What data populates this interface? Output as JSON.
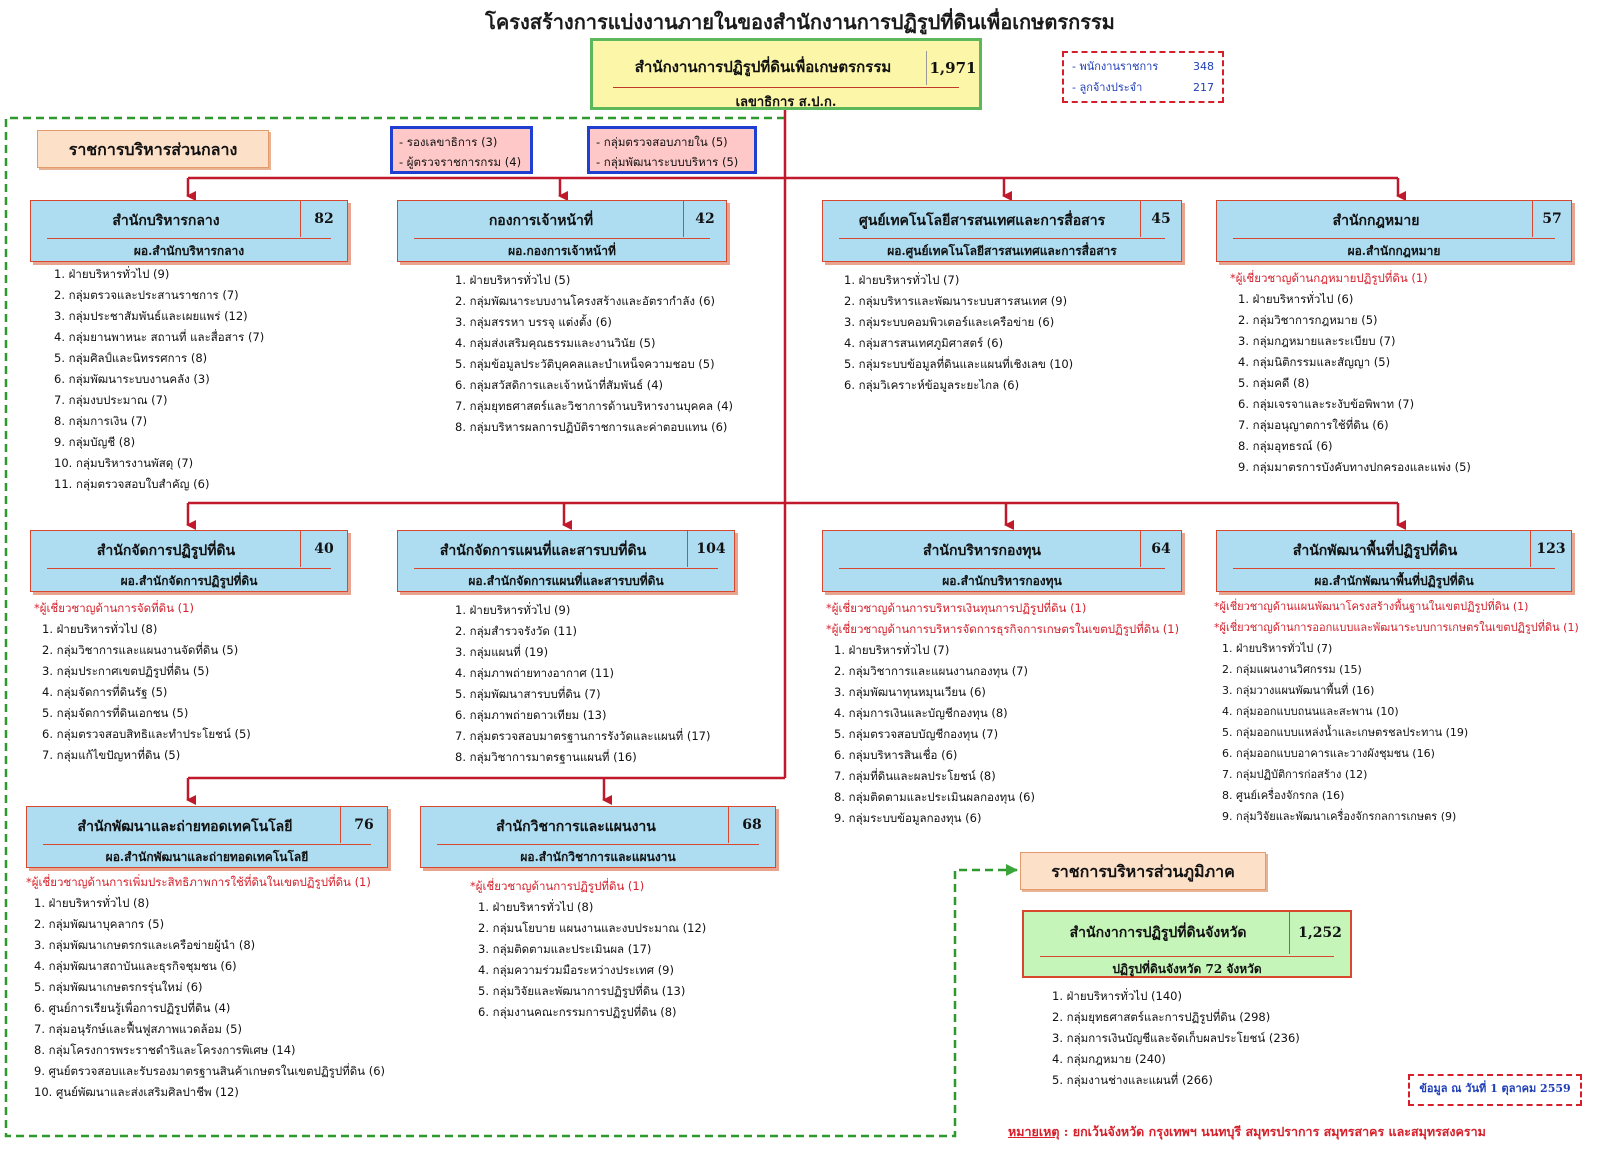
{
  "title": "โครงสร้างการแบ่งงานภายในของสำนักงานการปฏิรูปที่ดินเพื่อเกษตรกรรม",
  "top": {
    "name": "สำนักงานการปฏิรูปที่ดินเพื่อเกษตรกรรม",
    "count": "1,971",
    "sub": "เลขาธิการ ส.ป.ก."
  },
  "staff": [
    {
      "label": "- พนักงานราชการ",
      "value": "348"
    },
    {
      "label": "- ลูกจ้างประจำ",
      "value": "217"
    }
  ],
  "central_label": "ราชการบริหารส่วนกลาง",
  "regional_label": "ราชการบริหารส่วนภูมิภาค",
  "deputies": [
    "- รองเลขาธิการ (3)",
    "- ผู้ตรวจราชการกรม (4)"
  ],
  "direct_groups": [
    "- กลุ่มตรวจสอบภายใน (5)",
    "- กลุ่มพัฒนาระบบบริหาร (5)"
  ],
  "units": [
    {
      "name": "สำนักบริหารกลาง",
      "count": "82",
      "sub": "ผอ.สำนักบริหารกลาง",
      "experts": [],
      "items": [
        "1. ฝ่ายบริหารทั่วไป (9)",
        "2. กลุ่มตรวจและประสานราชการ (7)",
        "3. กลุ่มประชาสัมพันธ์และเผยแพร่ (12)",
        "4. กลุ่มยานพาหนะ สถานที่ และสื่อสาร (7)",
        "5. กลุ่มศิลป์และนิทรรศการ (8)",
        "6. กลุ่มพัฒนาระบบงานคลัง (3)",
        "7. กลุ่มงบประมาณ (7)",
        "8. กลุ่มการเงิน (7)",
        "9. กลุ่มบัญชี (8)",
        "10. กลุ่มบริหารงานพัสดุ (7)",
        "11. กลุ่มตรวจสอบใบสำคัญ (6)"
      ]
    },
    {
      "name": "กองการเจ้าหน้าที่",
      "count": "42",
      "sub": "ผอ.กองการเจ้าหน้าที่",
      "experts": [],
      "items": [
        "1. ฝ่ายบริหารทั่วไป (5)",
        "2. กลุ่มพัฒนาระบบงานโครงสร้างและอัตรากำลัง (6)",
        "3. กลุ่มสรรหา บรรจุ แต่งตั้ง (6)",
        "4. กลุ่มส่งเสริมคุณธรรมและงานวินัย (5)",
        "5. กลุ่มข้อมูลประวัติบุคคลและบำเหน็จความชอบ (5)",
        "6. กลุ่มสวัสดิการและเจ้าหน้าที่สัมพันธ์ (4)",
        "7. กลุ่มยุทธศาสตร์และวิชาการด้านบริหารงานบุคคล (4)",
        "8. กลุ่มบริหารผลการปฏิบัติราชการและค่าตอบแทน (6)"
      ]
    },
    {
      "name": "ศูนย์เทคโนโลยีสารสนเทศและการสื่อสาร",
      "count": "45",
      "sub": "ผอ.ศูนย์เทคโนโลยีสารสนเทศและการสื่อสาร",
      "experts": [],
      "items": [
        "1. ฝ่ายบริหารทั่วไป (7)",
        "2. กลุ่มบริหารและพัฒนาระบบสารสนเทศ (9)",
        "3. กลุ่มระบบคอมพิวเตอร์และเครือข่าย (6)",
        "4. กลุ่มสารสนเทศภูมิศาสตร์ (6)",
        "5. กลุ่มระบบข้อมูลที่ดินและแผนที่เชิงเลข (10)",
        "6. กลุ่มวิเคราะห์ข้อมูลระยะไกล (6)"
      ]
    },
    {
      "name": "สำนักกฎหมาย",
      "count": "57",
      "sub": "ผอ.สำนักกฎหมาย",
      "experts": [
        "*ผู้เชี่ยวชาญด้านกฎหมายปฏิรูปที่ดิน (1)"
      ],
      "items": [
        "1. ฝ่ายบริหารทั่วไป (6)",
        "2. กลุ่มวิชาการกฎหมาย (5)",
        "3. กลุ่มกฎหมายและระเบียบ (7)",
        "4. กลุ่มนิติกรรมและสัญญา (5)",
        "5. กลุ่มคดี (8)",
        "6. กลุ่มเจรจาและระงับข้อพิพาท (7)",
        "7. กลุ่มอนุญาตการใช้ที่ดิน (6)",
        "8. กลุ่มอุทธรณ์ (6)",
        "9. กลุ่มมาตรการบังคับทางปกครองและแพ่ง (5)"
      ]
    },
    {
      "name": "สำนักจัดการปฏิรูปที่ดิน",
      "count": "40",
      "sub": "ผอ.สำนักจัดการปฏิรูปที่ดิน",
      "experts": [
        "*ผู้เชี่ยวชาญด้านการจัดที่ดิน (1)"
      ],
      "items": [
        "1. ฝ่ายบริหารทั่วไป (8)",
        "2. กลุ่มวิชาการและแผนงานจัดที่ดิน (5)",
        "3. กลุ่มประกาศเขตปฏิรูปที่ดิน (5)",
        "4. กลุ่มจัดการที่ดินรัฐ (5)",
        "5. กลุ่มจัดการที่ดินเอกชน (5)",
        "6. กลุ่มตรวจสอบสิทธิและทำประโยชน์ (5)",
        "7. กลุ่มแก้ไขปัญหาที่ดิน (5)"
      ]
    },
    {
      "name": "สำนักจัดการแผนที่และสารบบที่ดิน",
      "count": "104",
      "sub": "ผอ.สำนักจัดการแผนที่และสารบบที่ดิน",
      "experts": [],
      "items": [
        "1. ฝ่ายบริหารทั่วไป (9)",
        "2. กลุ่มสำรวจรังวัด (11)",
        "3. กลุ่มแผนที่ (19)",
        "4. กลุ่มภาพถ่ายทางอากาศ (11)",
        "5. กลุ่มพัฒนาสารบบที่ดิน (7)",
        "6. กลุ่มภาพถ่ายดาวเทียม (13)",
        "7. กลุ่มตรวจสอบมาตรฐานการรังวัดและแผนที่ (17)",
        "8. กลุ่มวิชาการมาตรฐานแผนที่ (16)"
      ]
    },
    {
      "name": "สำนักบริหารกองทุน",
      "count": "64",
      "sub": "ผอ.สำนักบริหารกองทุน",
      "experts": [
        "*ผู้เชี่ยวชาญด้านการบริหารเงินทุนการปฏิรูปที่ดิน (1)",
        "*ผู้เชี่ยวชาญด้านการบริหารจัดการธุรกิจการเกษตรในเขตปฏิรูปที่ดิน (1)"
      ],
      "items": [
        "1. ฝ่ายบริหารทั่วไป (7)",
        "2. กลุ่มวิชาการและแผนงานกองทุน (7)",
        "3. กลุ่มพัฒนาทุนหมุนเวียน (6)",
        "4. กลุ่มการเงินและบัญชีกองทุน (8)",
        "5. กลุ่มตรวจสอบบัญชีกองทุน (7)",
        "6. กลุ่มบริหารสินเชื่อ (6)",
        "7. กลุ่มที่ดินและผลประโยชน์ (8)",
        "8. กลุ่มติดตามและประเมินผลกองทุน (6)",
        "9. กลุ่มระบบข้อมูลกองทุน (6)"
      ]
    },
    {
      "name": "สำนักพัฒนาพื้นที่ปฏิรูปที่ดิน",
      "count": "123",
      "sub": "ผอ.สำนักพัฒนาพื้นที่ปฏิรูปที่ดิน",
      "experts": [
        "*ผู้เชี่ยวชาญด้านแผนพัฒนาโครงสร้างพื้นฐานในเขตปฏิรูปที่ดิน (1)",
        "*ผู้เชี่ยวชาญด้านการออกแบบและพัฒนาระบบการเกษตรในเขตปฏิรูปที่ดิน (1)"
      ],
      "items": [
        "1. ฝ่ายบริหารทั่วไป (7)",
        "2. กลุ่มแผนงานวิศกรรม (15)",
        "3. กลุ่มวางแผนพัฒนาพื้นที่ (16)",
        "4. กลุ่มออกแบบถนนและสะพาน (10)",
        "5. กลุ่มออกแบบแหล่งน้ำและเกษตรชลประทาน (19)",
        "6. กลุ่มออกแบบอาคารและวางผังชุมชน (16)",
        "7. กลุ่มปฏิบัติการก่อสร้าง (12)",
        "8. ศูนย์เครื่องจักรกล (16)",
        "9. กลุ่มวิจัยและพัฒนาเครื่องจักรกลการเกษตร (9)"
      ]
    },
    {
      "name": "สำนักพัฒนาและถ่ายทอดเทคโนโลยี",
      "count": "76",
      "sub": "ผอ.สำนักพัฒนาและถ่ายทอดเทคโนโลยี",
      "experts": [
        "*ผู้เชี่ยวชาญด้านการเพิ่มประสิทธิภาพการใช้ที่ดินในเขตปฏิรูปที่ดิน (1)"
      ],
      "items": [
        "1. ฝ่ายบริหารทั่วไป (8)",
        "2. กลุ่มพัฒนาบุคลากร (5)",
        "3. กลุ่มพัฒนาเกษตรกรและเครือข่ายผู้นำ (8)",
        "4. กลุ่มพัฒนาสถาบันและธุรกิจชุมชน (6)",
        "5. กลุ่มพัฒนาเกษตรกรรุ่นใหม่ (6)",
        "6. ศูนย์การเรียนรู้เพื่อการปฏิรูปที่ดิน (4)",
        "7. กลุ่มอนุรักษ์และฟื้นฟูสภาพแวดล้อม (5)",
        "8. กลุ่มโครงการพระราชดำริและโครงการพิเศษ (14)",
        "9. ศูนย์ตรวจสอบและรับรองมาตรฐานสินค้าเกษตรในเขตปฏิรูปที่ดิน (6)",
        "10. ศูนย์พัฒนาและส่งเสริมศิลปาชีพ (12)"
      ]
    },
    {
      "name": "สำนักวิชาการและแผนงาน",
      "count": "68",
      "sub": "ผอ.สำนักวิชาการและแผนงาน",
      "experts": [
        "*ผู้เชี่ยวชาญด้านการปฏิรูปที่ดิน (1)"
      ],
      "items": [
        "1. ฝ่ายบริหารทั่วไป (8)",
        "2. กลุ่มนโยบาย แผนงานและงบประมาณ (12)",
        "3. กลุ่มติดตามและประเมินผล (17)",
        "4. กลุ่มความร่วมมือระหว่างประเทศ (9)",
        "5. กลุ่มวิจัยและพัฒนาการปฏิรูปที่ดิน (13)",
        "6. กลุ่มงานคณะกรรมการปฏิรูปที่ดิน (8)"
      ]
    }
  ],
  "provincial": {
    "name": "สำนักงาการปฏิรูปที่ดินจังหวัด",
    "count": "1,252",
    "sub": "ปฏิรูปที่ดินจังหวัด 72 จังหวัด",
    "items": [
      "1. ฝ่ายบริหารทั่วไป (140)",
      "2. กลุ่มยุทธศาสตร์และการปฏิรูปที่ดิน (298)",
      "3. กลุ่มการเงินบัญชีและจัดเก็บผลประโยชน์ (236)",
      "4. กลุ่มกฎหมาย (240)",
      "5. กลุ่มงานช่างและแผนที่ (266)"
    ]
  },
  "date_note": "ข้อมูล ณ วันที่ 1 ตุลาคม 2559",
  "remark_label": "หมายเหตุ",
  "remark_text": " : ยกเว้นจังหวัด กรุงเทพฯ นนทบุรี สมุทรปราการ สมุทรสาคร และสมุทรสงคราม"
}
